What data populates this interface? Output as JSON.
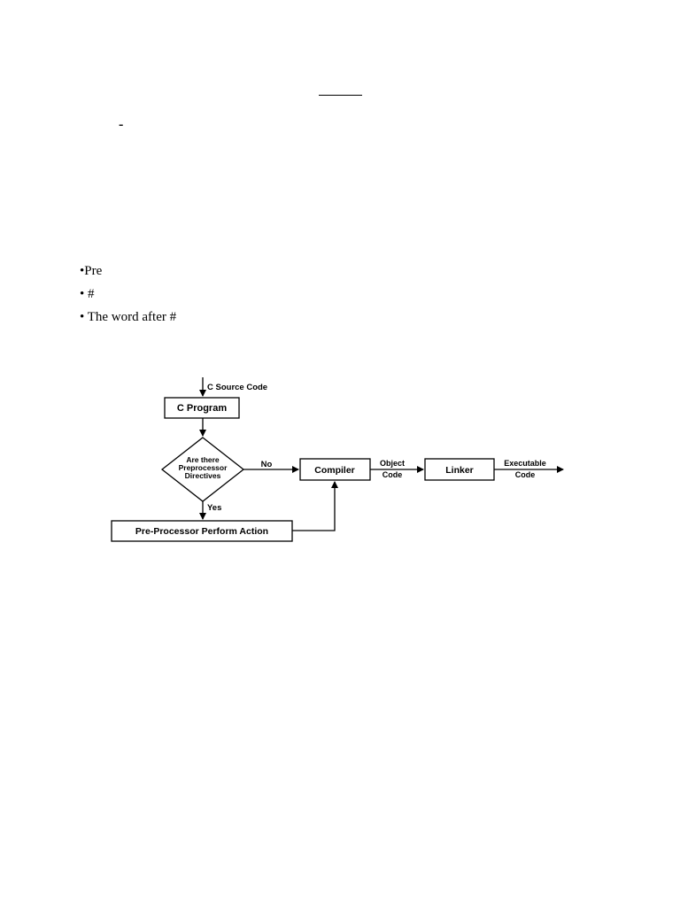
{
  "bullets": [
    "•Pre",
    "• #",
    "• The word after #"
  ],
  "flowchart": {
    "source_label": "C Source Code",
    "program_box": "C Program",
    "decision_lines": [
      "Are there",
      "Preprocessor",
      "Directives"
    ],
    "no_label": "No",
    "yes_label": "Yes",
    "compiler_box": "Compiler",
    "object_code_lines": [
      "Object",
      "Code"
    ],
    "linker_box": "Linker",
    "executable_code_lines": [
      "Executable",
      "Code"
    ],
    "preprocessor_box": "Pre-Processor Perform Action"
  }
}
